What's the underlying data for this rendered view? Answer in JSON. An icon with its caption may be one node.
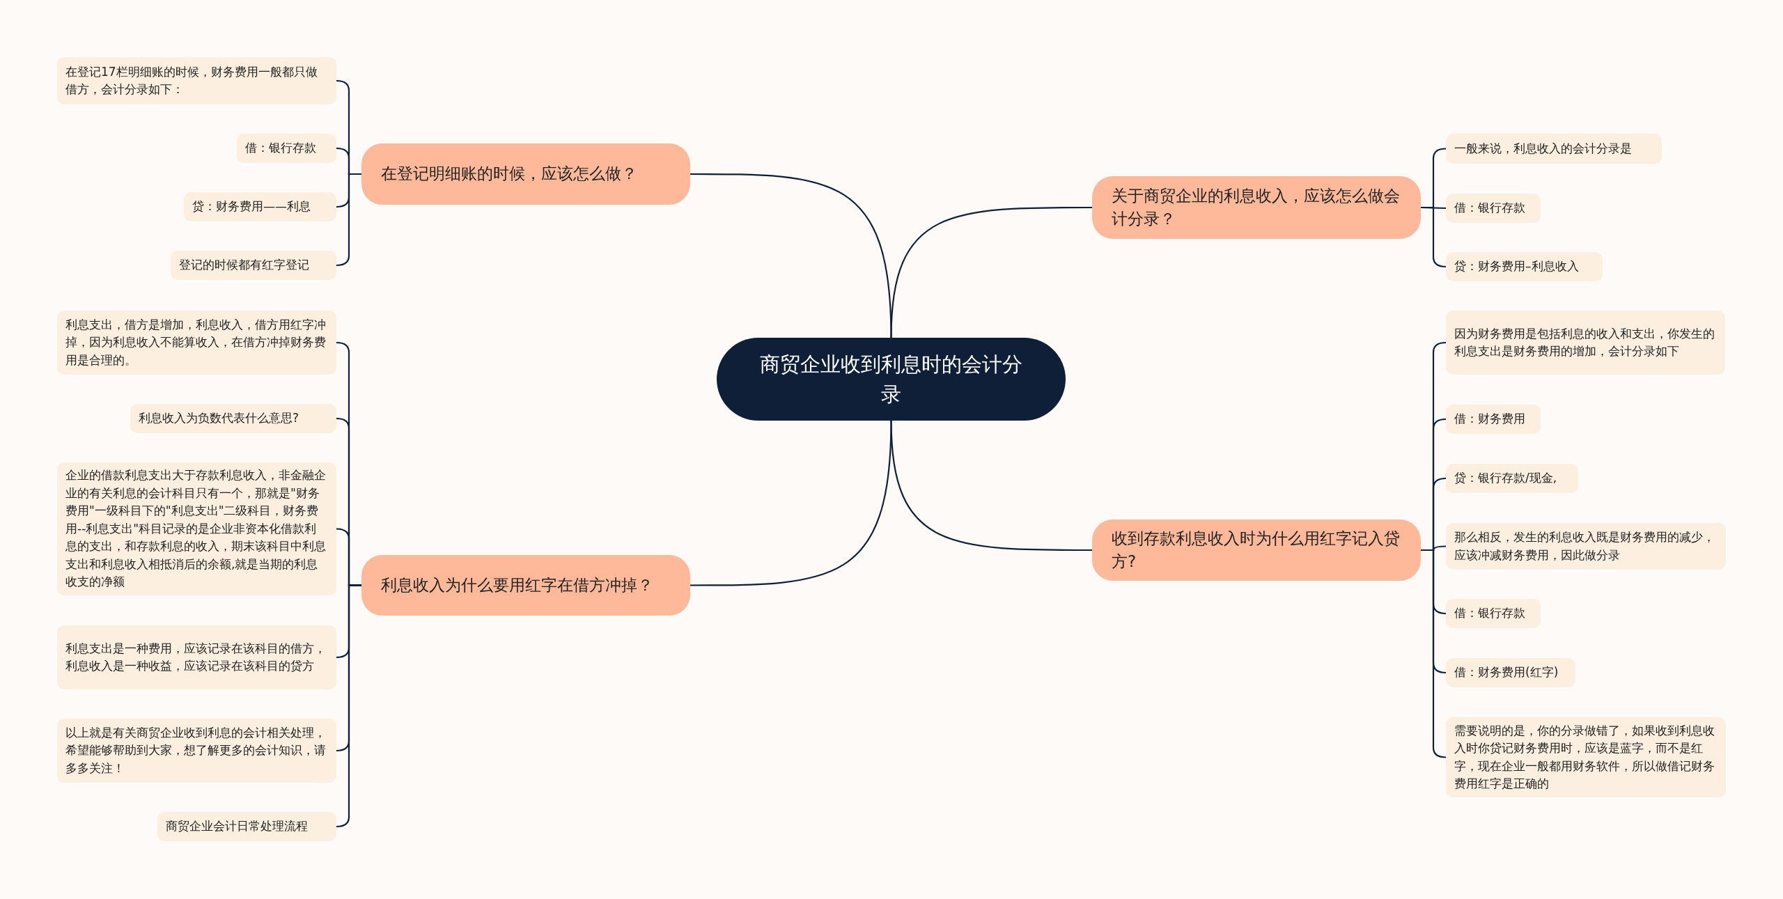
{
  "diagram": {
    "nodes": [
      {
        "text": [
          "商贸企业收到利息时的会计分录"
        ]
      },
      {
        "text": [
          "在登记明细账的时候，应该怎么做？"
        ]
      },
      {
        "text": [
          "在登记17栏明细账的时候，财务费用一般都只做借方，会计分录如下："
        ]
      },
      {
        "text": [
          "借：银行存款"
        ]
      },
      {
        "text": [
          "贷：财务费用——利息"
        ]
      },
      {
        "text": [
          "登记的时候都有红字登记"
        ]
      },
      {
        "text": [
          "关于商贸企业的利息收入，应该怎么做会计分录？"
        ]
      },
      {
        "text": [
          "一般来说，利息收入的会计分录是"
        ]
      },
      {
        "text": [
          "借：银行存款"
        ]
      },
      {
        "text": [
          "贷：财务费用–利息收入"
        ]
      },
      {
        "text": [
          "利息收入为什么要用红字在借方冲掉？"
        ]
      },
      {
        "text": [
          "利息支出，借方是增加，利息收入，借方用红字冲掉，因为利息收入不能算收入，在借方冲掉财务费用是合理的。"
        ]
      },
      {
        "text": [
          "利息收入为负数代表什么意思?"
        ]
      },
      {
        "text": [
          "企业的借款利息支出大于存款利息收入，非金融企业的有关利息的会计科目只有一个，那就是\"财务费用\"一级科目下的\"利息支出\"二级科目，财务费用--利息支出\"科目记录的是企业非资本化借款利息的支出，和存款利息的收入，期末该科目中利息支出和利息收入相抵消后的余额,就是当期的利息收支的净额"
        ]
      },
      {
        "text": [
          "利息支出是一种费用，应该记录在该科目的借方，利息收入是一种收益，应该记录在该科目的贷方"
        ]
      },
      {
        "text": [
          "以上就是有关商贸企业收到利息的会计相关处理，希望能够帮助到大家，想了解更多的会计知识，请多多关注！"
        ]
      },
      {
        "text": [
          "商贸企业会计日常处理流程"
        ]
      },
      {
        "text": [
          "收到存款利息收入时为什么用红字记入贷方?"
        ]
      },
      {
        "text": [
          "因为财务费用是包括利息的收入和支出，你发生的利息支出是财务费用的增加，会计分录如下"
        ]
      },
      {
        "text": [
          "借：财务费用"
        ]
      },
      {
        "text": [
          "贷：银行存款/现金,"
        ]
      },
      {
        "text": [
          "那么相反，发生的利息收入既是财务费用的减少，应该冲减财务费用，因此做分录"
        ]
      },
      {
        "text": [
          "借：银行存款"
        ]
      },
      {
        "text": [
          "借：财务费用(红字)"
        ]
      },
      {
        "text": [
          "需要说明的是，你的分录做错了，如果收到利息收入时你贷记财务费用时，应该是蓝字，而不是红字，现在企业一般都用财务软件，所以做借记财务费用红字是正确的"
        ]
      }
    ],
    "edges": [
      {
        "from": 0,
        "to": 1,
        "arrow": "none"
      },
      {
        "from": 1,
        "to": 2,
        "arrow": "none"
      },
      {
        "from": 1,
        "to": 3,
        "arrow": "none"
      },
      {
        "from": 1,
        "to": 4,
        "arrow": "none"
      },
      {
        "from": 1,
        "to": 5,
        "arrow": "none"
      },
      {
        "from": 0,
        "to": 6,
        "arrow": "none"
      },
      {
        "from": 6,
        "to": 7,
        "arrow": "none"
      },
      {
        "from": 6,
        "to": 8,
        "arrow": "none"
      },
      {
        "from": 6,
        "to": 9,
        "arrow": "none"
      },
      {
        "from": 0,
        "to": 10,
        "arrow": "none"
      },
      {
        "from": 10,
        "to": 11,
        "arrow": "none"
      },
      {
        "from": 10,
        "to": 12,
        "arrow": "none"
      },
      {
        "from": 10,
        "to": 13,
        "arrow": "none"
      },
      {
        "from": 10,
        "to": 14,
        "arrow": "none"
      },
      {
        "from": 10,
        "to": 15,
        "arrow": "none"
      },
      {
        "from": 10,
        "to": 16,
        "arrow": "none"
      },
      {
        "from": 0,
        "to": 17,
        "arrow": "none"
      },
      {
        "from": 17,
        "to": 18,
        "arrow": "none"
      },
      {
        "from": 17,
        "to": 19,
        "arrow": "none"
      },
      {
        "from": 17,
        "to": 20,
        "arrow": "none"
      },
      {
        "from": 17,
        "to": 21,
        "arrow": "none"
      },
      {
        "from": 17,
        "to": 22,
        "arrow": "none"
      },
      {
        "from": 17,
        "to": 23,
        "arrow": "none"
      },
      {
        "from": 17,
        "to": 24,
        "arrow": "none"
      }
    ]
  }
}
